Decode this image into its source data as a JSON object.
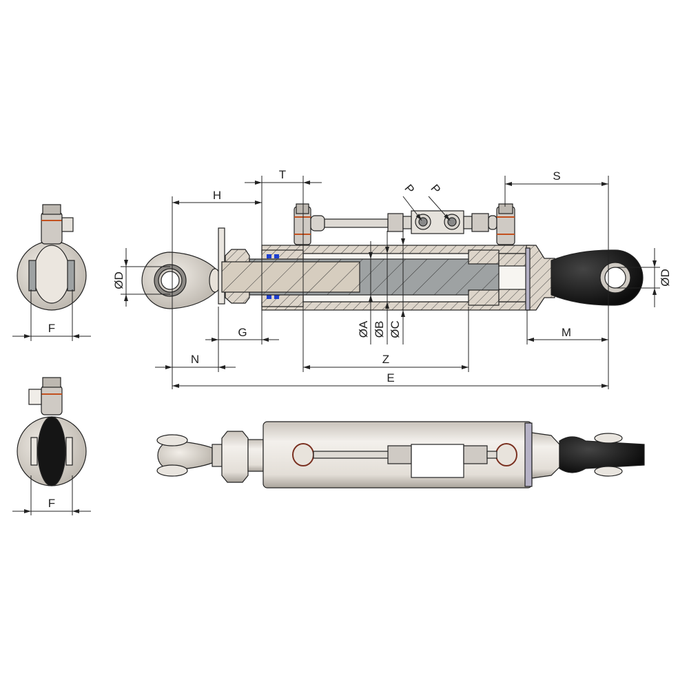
{
  "dimension_labels": {
    "H": "H",
    "T": "T",
    "S": "S",
    "P1": "P",
    "P2": "P",
    "D_left": "ØD",
    "D_right": "ØD",
    "F_top": "F",
    "F_bottom": "F",
    "G": "G",
    "A": "ØA",
    "B": "ØB",
    "C": "ØC",
    "N": "N",
    "Z": "Z",
    "M": "M",
    "E": "E"
  },
  "colors": {
    "barrel": "#e6e1da",
    "section_hatch": "#d8d0c6",
    "rod": "#9ea2a3",
    "thread": "#d6cdbf",
    "seal": "#1e3fd0",
    "black_eye": "#151515",
    "outline": "#222222"
  }
}
